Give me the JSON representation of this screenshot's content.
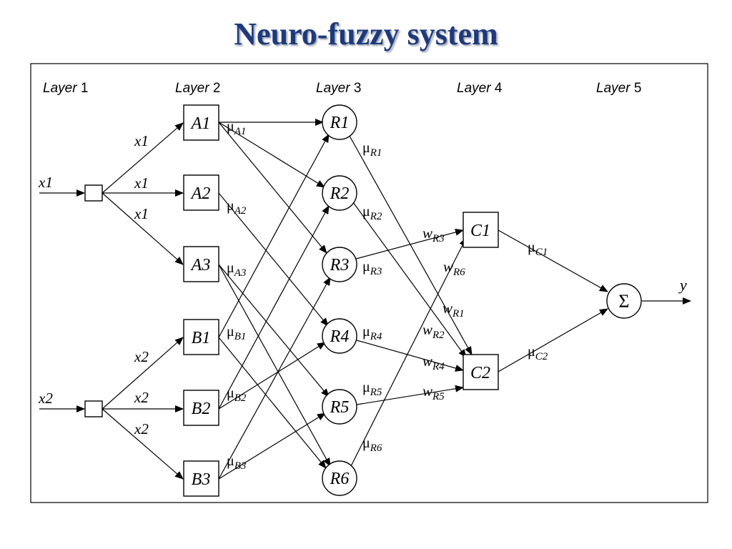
{
  "title": "Neuro-fuzzy system",
  "layers": [
    {
      "word": "Layer",
      "num": "1"
    },
    {
      "word": "Layer",
      "num": "2"
    },
    {
      "word": "Layer",
      "num": "3"
    },
    {
      "word": "Layer",
      "num": "4"
    },
    {
      "word": "Layer",
      "num": "5"
    }
  ],
  "inputs": {
    "x1": {
      "var": "x",
      "idx": "1"
    },
    "x2": {
      "var": "x",
      "idx": "2"
    }
  },
  "layer2": [
    {
      "var": "A",
      "idx": "1",
      "mu_sub": "A1"
    },
    {
      "var": "A",
      "idx": "2",
      "mu_sub": "A2"
    },
    {
      "var": "A",
      "idx": "3",
      "mu_sub": "A3"
    },
    {
      "var": "B",
      "idx": "1",
      "mu_sub": "B1"
    },
    {
      "var": "B",
      "idx": "2",
      "mu_sub": "B2"
    },
    {
      "var": "B",
      "idx": "3",
      "mu_sub": "B3"
    }
  ],
  "layer3": [
    {
      "var": "R",
      "idx": "1",
      "mu_sub": "R1",
      "w_sub": "R1"
    },
    {
      "var": "R",
      "idx": "2",
      "mu_sub": "R2",
      "w_sub": "R2"
    },
    {
      "var": "R",
      "idx": "3",
      "mu_sub": "R3",
      "w_sub": "R3"
    },
    {
      "var": "R",
      "idx": "4",
      "mu_sub": "R4",
      "w_sub": "R4"
    },
    {
      "var": "R",
      "idx": "5",
      "mu_sub": "R5",
      "w_sub": "R5"
    },
    {
      "var": "R",
      "idx": "6",
      "mu_sub": "R6",
      "w_sub": "R6"
    }
  ],
  "layer4": [
    {
      "var": "C",
      "idx": "1",
      "mu_sub": "C1"
    },
    {
      "var": "C",
      "idx": "2",
      "mu_sub": "C2"
    }
  ],
  "mu_symbol": "μ",
  "w_symbol": "w",
  "sum_symbol": "Σ",
  "output_label": "y"
}
